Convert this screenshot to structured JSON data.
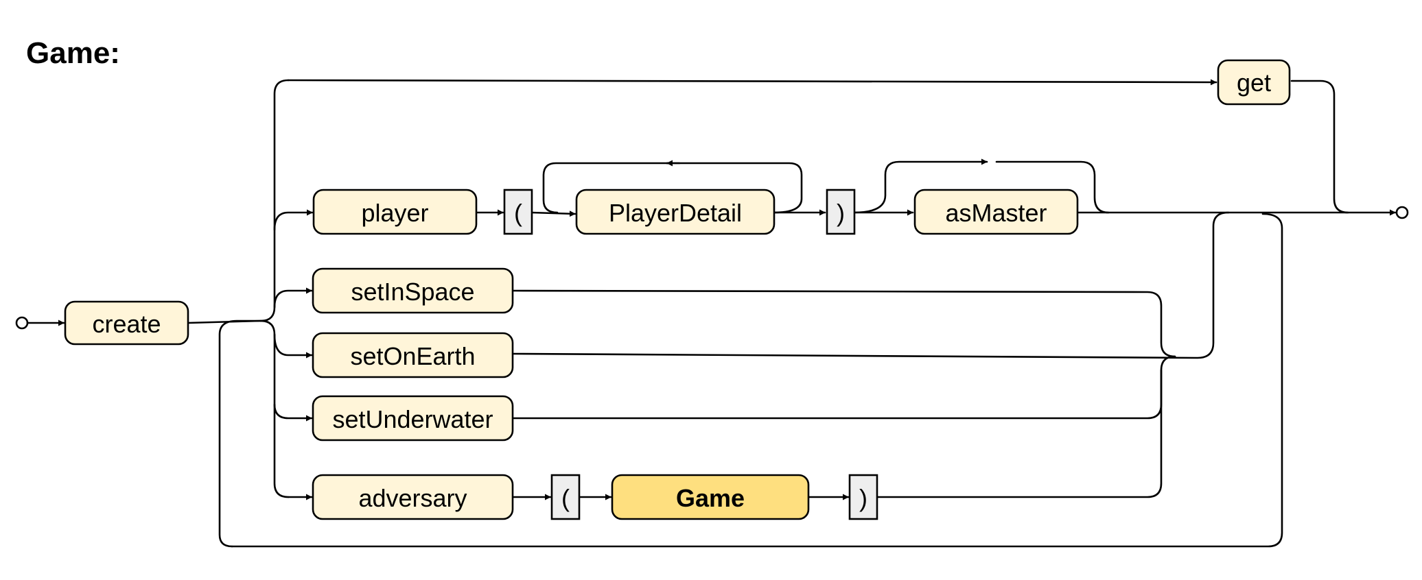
{
  "title": "Game:",
  "colors": {
    "keyword_fill": "#FFF5D9",
    "nonterminal_fill": "#FEDF7F",
    "punct_fill": "#EEEEEE",
    "line": "#000000"
  },
  "nodes": {
    "create": "create",
    "get": "get",
    "player": "player",
    "player_open_paren": "(",
    "player_detail": "PlayerDetail",
    "player_close_paren": ")",
    "as_master": "asMaster",
    "set_in_space": "setInSpace",
    "set_on_earth": "setOnEarth",
    "set_underwater": "setUnderwater",
    "adversary": "adversary",
    "adversary_open_paren": "(",
    "game_ref": "Game",
    "adversary_close_paren": ")"
  }
}
